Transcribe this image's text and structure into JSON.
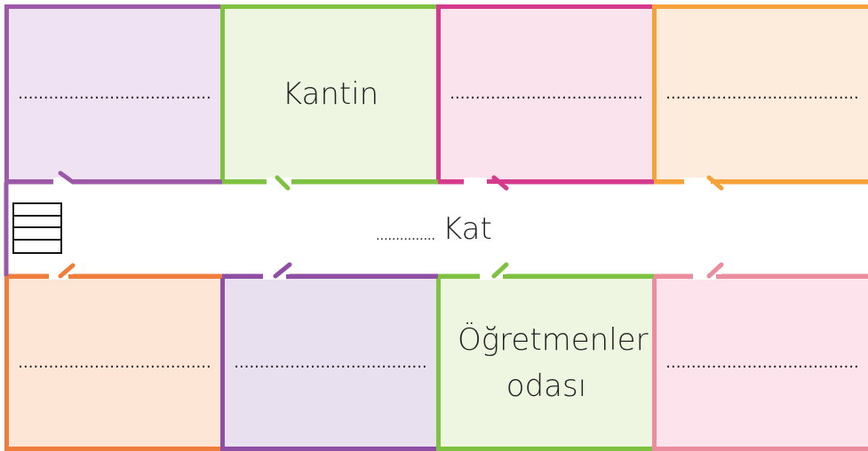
{
  "colors": {
    "purple": "#9b59a8",
    "purple_fill": "#efe3f3",
    "green": "#7fc241",
    "green_fill": "#eef5e1",
    "magenta": "#d63a8c",
    "magenta_fill": "#fae3ec",
    "orange": "#f6a23a",
    "orange_fill": "#fdebdc",
    "coral": "#ef7d3c",
    "coral_fill": "#fde6d6",
    "violet": "#8e4ea3",
    "violet_fill": "#e9e0ef",
    "pink": "#ec8d9f",
    "pink_fill": "#fde3ec"
  },
  "top_rooms": [
    {
      "label": "",
      "dots": "......................................"
    },
    {
      "label": "Kantin",
      "dots": ""
    },
    {
      "label": "",
      "dots": "......................................"
    },
    {
      "label": "",
      "dots": "......................................"
    }
  ],
  "bottom_rooms": [
    {
      "label": "",
      "dots": "......................................"
    },
    {
      "label": "",
      "dots": "......................................"
    },
    {
      "label": "Öğretmenler odası",
      "dots": ""
    },
    {
      "label": "",
      "dots": "......................................"
    }
  ],
  "corridor": {
    "dots": "...............",
    "label": "Kat"
  },
  "icons": {
    "stairs": "stairs-icon"
  }
}
